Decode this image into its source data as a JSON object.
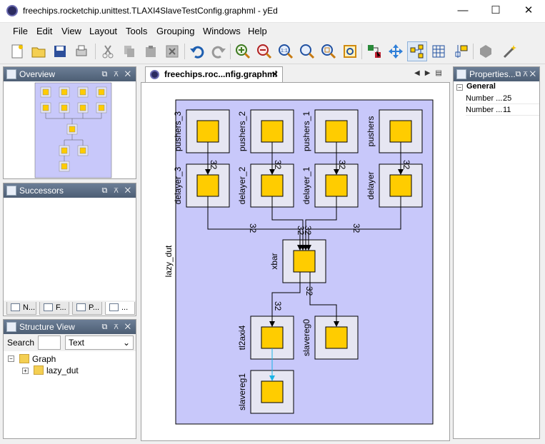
{
  "window": {
    "title": "freechips.rocketchip.unittest.TLAXI4SlaveTestConfig.graphml - yEd",
    "minimize": "—",
    "maximize": "☐",
    "close": "✕"
  },
  "menu": [
    "File",
    "Edit",
    "View",
    "Layout",
    "Tools",
    "Grouping",
    "Windows",
    "Help"
  ],
  "toolbar_icons": [
    "new-document",
    "open-folder",
    "save",
    "print",
    "cut",
    "copy",
    "paste",
    "delete",
    "undo",
    "redo",
    "zoom-in",
    "zoom-out",
    "zoom-actual",
    "zoom-fit",
    "zoom-area",
    "fit-content",
    "edit-mode",
    "navigate-mode",
    "active-mode",
    "grid",
    "snap-lines",
    "group",
    "magic-wand"
  ],
  "overview": {
    "title": "Overview"
  },
  "successors": {
    "title": "Successors",
    "tabs": [
      "N...",
      "F...",
      "P...",
      "..."
    ]
  },
  "structure": {
    "title": "Structure View",
    "search_label": "Search",
    "search_value": "",
    "mode_value": "Text",
    "tree": [
      "Graph",
      "lazy_dut"
    ]
  },
  "document_tab": {
    "label": "freechips.roc...nfig.graphml *",
    "close": "✕"
  },
  "properties": {
    "title": "Properties...",
    "section": "General",
    "rows": [
      {
        "name": "Number ...",
        "value": "25"
      },
      {
        "name": "Number ...",
        "value": "11"
      }
    ]
  },
  "graph": {
    "group_label": "lazy_dut",
    "nodes": {
      "pushers_3": "pushers_3",
      "pushers_2": "pushers_2",
      "pushers_1": "pushers_1",
      "pushers": "pushers",
      "delayer_3": "delayer_3",
      "delayer_2": "delayer_2",
      "delayer_1": "delayer_1",
      "delayer": "delayer",
      "xbar": "xbar",
      "tl2axi4": "tl2axi4",
      "slavereg0": "slavereg0",
      "slavereg1": "slavereg1"
    },
    "edge_label": "32",
    "colors": {
      "group_fill": "#c8c8fa",
      "node_fill": "#ffcc00",
      "node_frame": "#e6e6f2",
      "highlight_edge": "#1ab4e6"
    }
  }
}
